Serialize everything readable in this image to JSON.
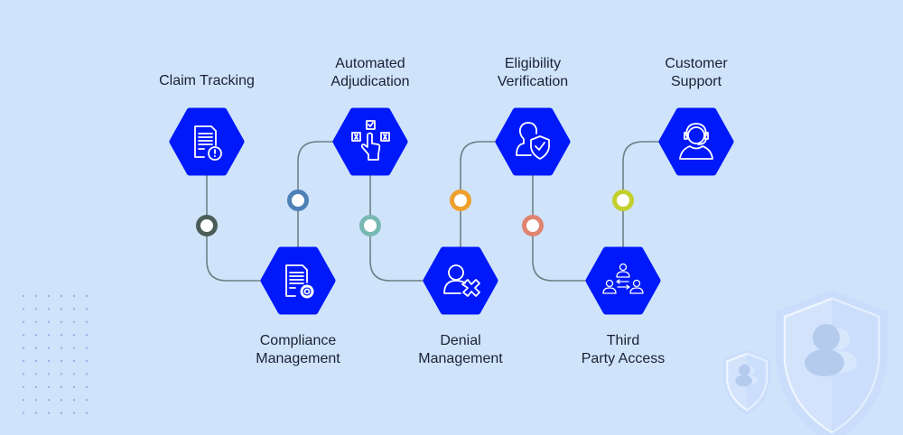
{
  "colors": {
    "background": "#cfe4fb",
    "hexagon": "#0019fa",
    "connector": "#6f8087",
    "text": "#1b2033"
  },
  "nodes": [
    {
      "label": "Claim Tracking",
      "icon": "document-alert-icon",
      "row": "top"
    },
    {
      "label": "Compliance Management",
      "lines": [
        "Compliance",
        "Management"
      ],
      "icon": "document-gear-icon",
      "row": "bottom"
    },
    {
      "label": "Automated Adjudication",
      "lines": [
        "Automated",
        "Adjudication"
      ],
      "icon": "hand-select-icon",
      "row": "top"
    },
    {
      "label": "Denial Management",
      "lines": [
        "Denial",
        "Management"
      ],
      "icon": "user-x-icon",
      "row": "bottom"
    },
    {
      "label": "Eligibility Verification",
      "lines": [
        "Eligibility",
        "Verification"
      ],
      "icon": "user-shield-icon",
      "row": "top"
    },
    {
      "label": "Third Party Access",
      "lines": [
        "Third",
        "Party Access"
      ],
      "icon": "users-exchange-icon",
      "row": "bottom"
    },
    {
      "label": "Customer Support",
      "lines": [
        "Customer",
        "Support"
      ],
      "icon": "headset-agent-icon",
      "row": "top"
    }
  ],
  "connector_dots": [
    "#4b5d58",
    "#4d80b6",
    "#78b8b3",
    "#efa12d",
    "#e0846f",
    "#c3cf2c"
  ],
  "decor": {
    "shield_icons": [
      "shield-users-icon-small",
      "shield-users-icon-large"
    ]
  }
}
